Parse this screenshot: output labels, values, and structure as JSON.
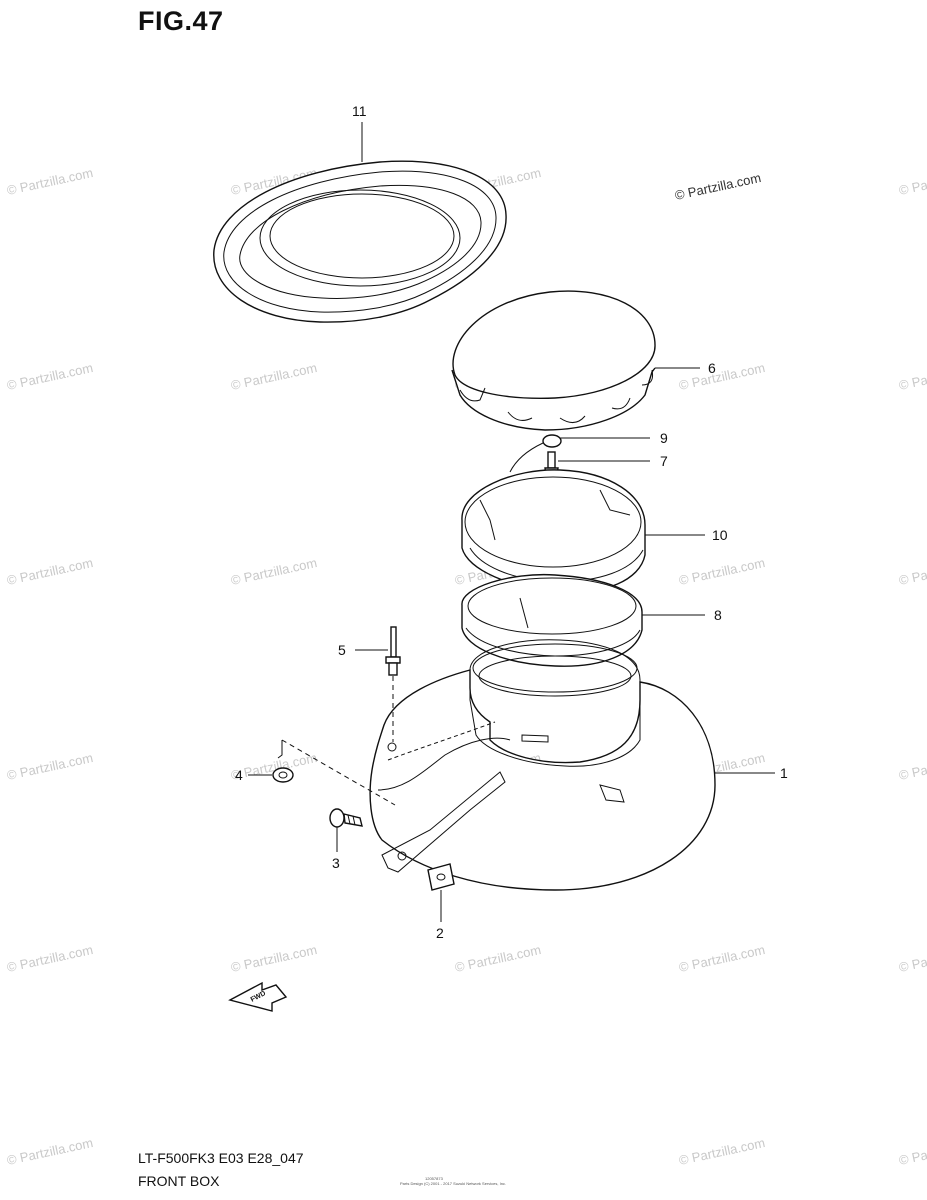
{
  "figure": {
    "title": "FIG.47",
    "model_code": "LT-F500FK3 E03 E28_047",
    "section_name": "FRONT BOX",
    "tiny_code": "12057873",
    "tiny_copyright": "Parts Design (C) 2001 - 2017 Suzuki Network Services, Inc."
  },
  "copyright_mark": "© Partzilla.com",
  "watermark_text": "© Partzilla.com",
  "fwd_label": "FWD",
  "callouts": [
    {
      "id": "11",
      "label": "11"
    },
    {
      "id": "6",
      "label": "6"
    },
    {
      "id": "9",
      "label": "9"
    },
    {
      "id": "7",
      "label": "7"
    },
    {
      "id": "10",
      "label": "10"
    },
    {
      "id": "8",
      "label": "8"
    },
    {
      "id": "5",
      "label": "5"
    },
    {
      "id": "1",
      "label": "1"
    },
    {
      "id": "4",
      "label": "4"
    },
    {
      "id": "3",
      "label": "3"
    },
    {
      "id": "2",
      "label": "2"
    }
  ],
  "colors": {
    "line": "#111111",
    "watermark": "#c9c9c9"
  }
}
